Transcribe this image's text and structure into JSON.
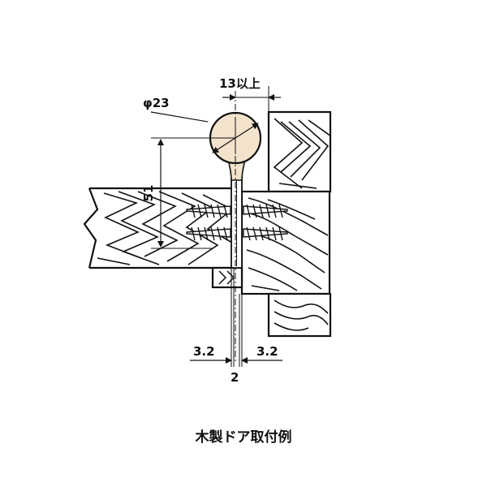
{
  "dimensions": {
    "diameter": "φ23",
    "clearance": "13以上",
    "height": "51",
    "gap_left": "3.2",
    "gap_right": "3.2",
    "thickness": "2"
  },
  "caption": "木製ドア取付例",
  "colors": {
    "ball_fill": "#f3e3cc",
    "line": "#111111",
    "wood_fill": "#ffffff"
  }
}
